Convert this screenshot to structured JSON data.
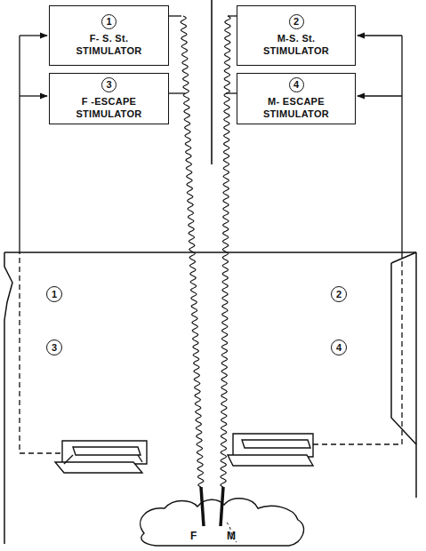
{
  "diagram": {
    "nodes": [
      {
        "text": [
          "1",
          "F- S. St. STIMULATOR"
        ]
      },
      {
        "text": [
          "2",
          "M-S. St. STIMULATOR"
        ]
      },
      {
        "text": [
          "3",
          "F -ESCAPE STIMULATOR"
        ]
      },
      {
        "text": [
          "4",
          "M- ESCAPE STIMULATOR"
        ]
      }
    ],
    "labels": [
      "1",
      "3",
      "2",
      "4",
      "F",
      "M"
    ]
  }
}
